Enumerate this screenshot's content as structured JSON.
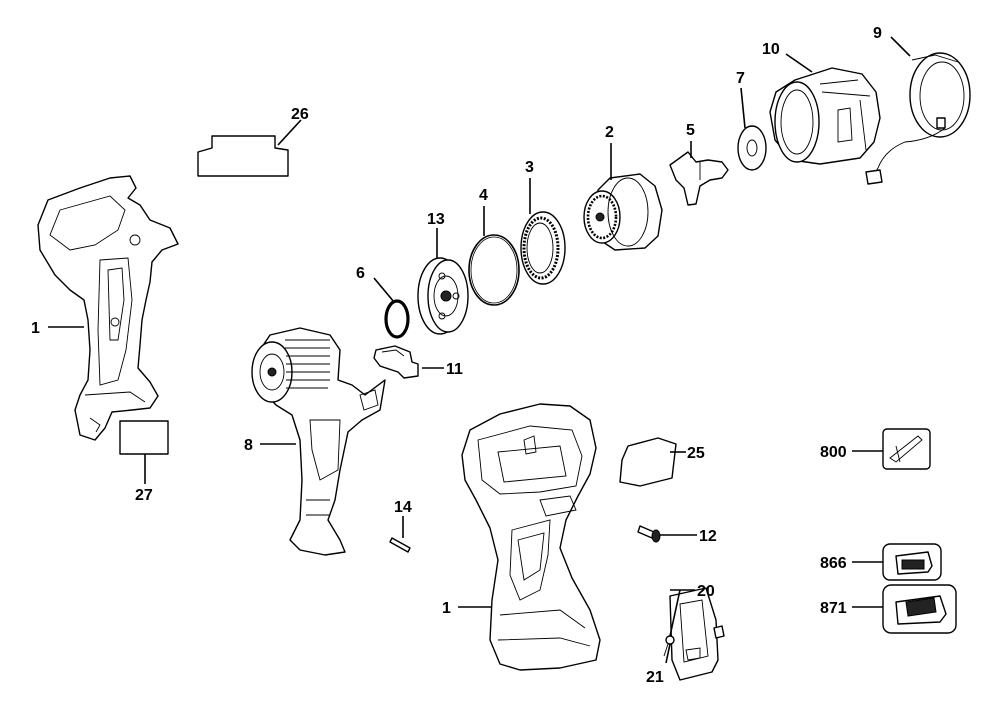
{
  "callouts": [
    {
      "id": "c1a",
      "text": "1"
    },
    {
      "id": "c1b",
      "text": "1"
    },
    {
      "id": "c2",
      "text": "2"
    },
    {
      "id": "c3",
      "text": "3"
    },
    {
      "id": "c4",
      "text": "4"
    },
    {
      "id": "c5",
      "text": "5"
    },
    {
      "id": "c6",
      "text": "6"
    },
    {
      "id": "c7",
      "text": "7"
    },
    {
      "id": "c8",
      "text": "8"
    },
    {
      "id": "c9",
      "text": "9"
    },
    {
      "id": "c10",
      "text": "10"
    },
    {
      "id": "c11",
      "text": "11"
    },
    {
      "id": "c12",
      "text": "12"
    },
    {
      "id": "c13",
      "text": "13"
    },
    {
      "id": "c14",
      "text": "14"
    },
    {
      "id": "c20",
      "text": "20"
    },
    {
      "id": "c21",
      "text": "21"
    },
    {
      "id": "c25",
      "text": "25"
    },
    {
      "id": "c26",
      "text": "26"
    },
    {
      "id": "c27",
      "text": "27"
    },
    {
      "id": "c800",
      "text": "800"
    },
    {
      "id": "c866",
      "text": "866"
    },
    {
      "id": "c871",
      "text": "871"
    }
  ]
}
